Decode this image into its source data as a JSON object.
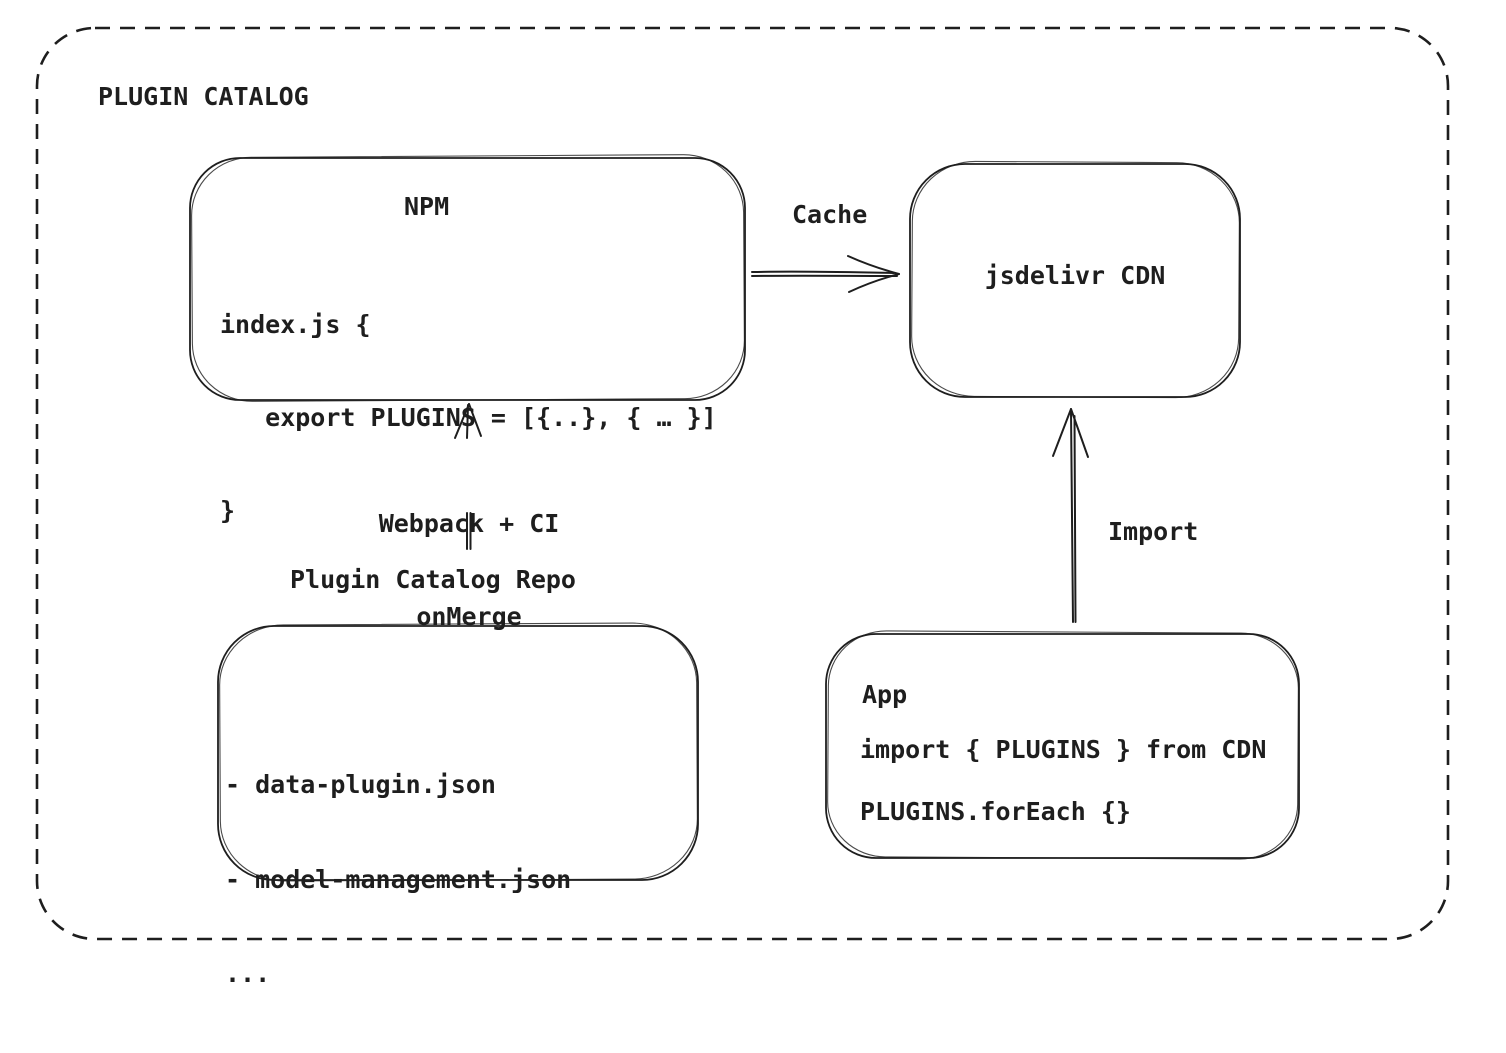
{
  "colors": {
    "stroke": "#1e1e1e",
    "text": "#1e1e1e",
    "background": "#ffffff"
  },
  "diagram": {
    "title": "PLUGIN CATALOG",
    "npm": {
      "title": "NPM",
      "code_lines": [
        "index.js {",
        "   export PLUGINS = [{..}, { … }]",
        "}"
      ]
    },
    "cdn": {
      "label": "jsdelivr CDN"
    },
    "repo": {
      "label": "Plugin Catalog Repo",
      "files": [
        "- data-plugin.json",
        "- model-management.json",
        "..."
      ]
    },
    "app": {
      "title": "App",
      "import_line": "import { PLUGINS } from CDN",
      "foreach_line": "PLUGINS.forEach {}"
    },
    "edges": {
      "cache_label": "Cache",
      "build_label_1": "Webpack + CI",
      "build_label_2": "onMerge",
      "import_label": "Import"
    }
  }
}
